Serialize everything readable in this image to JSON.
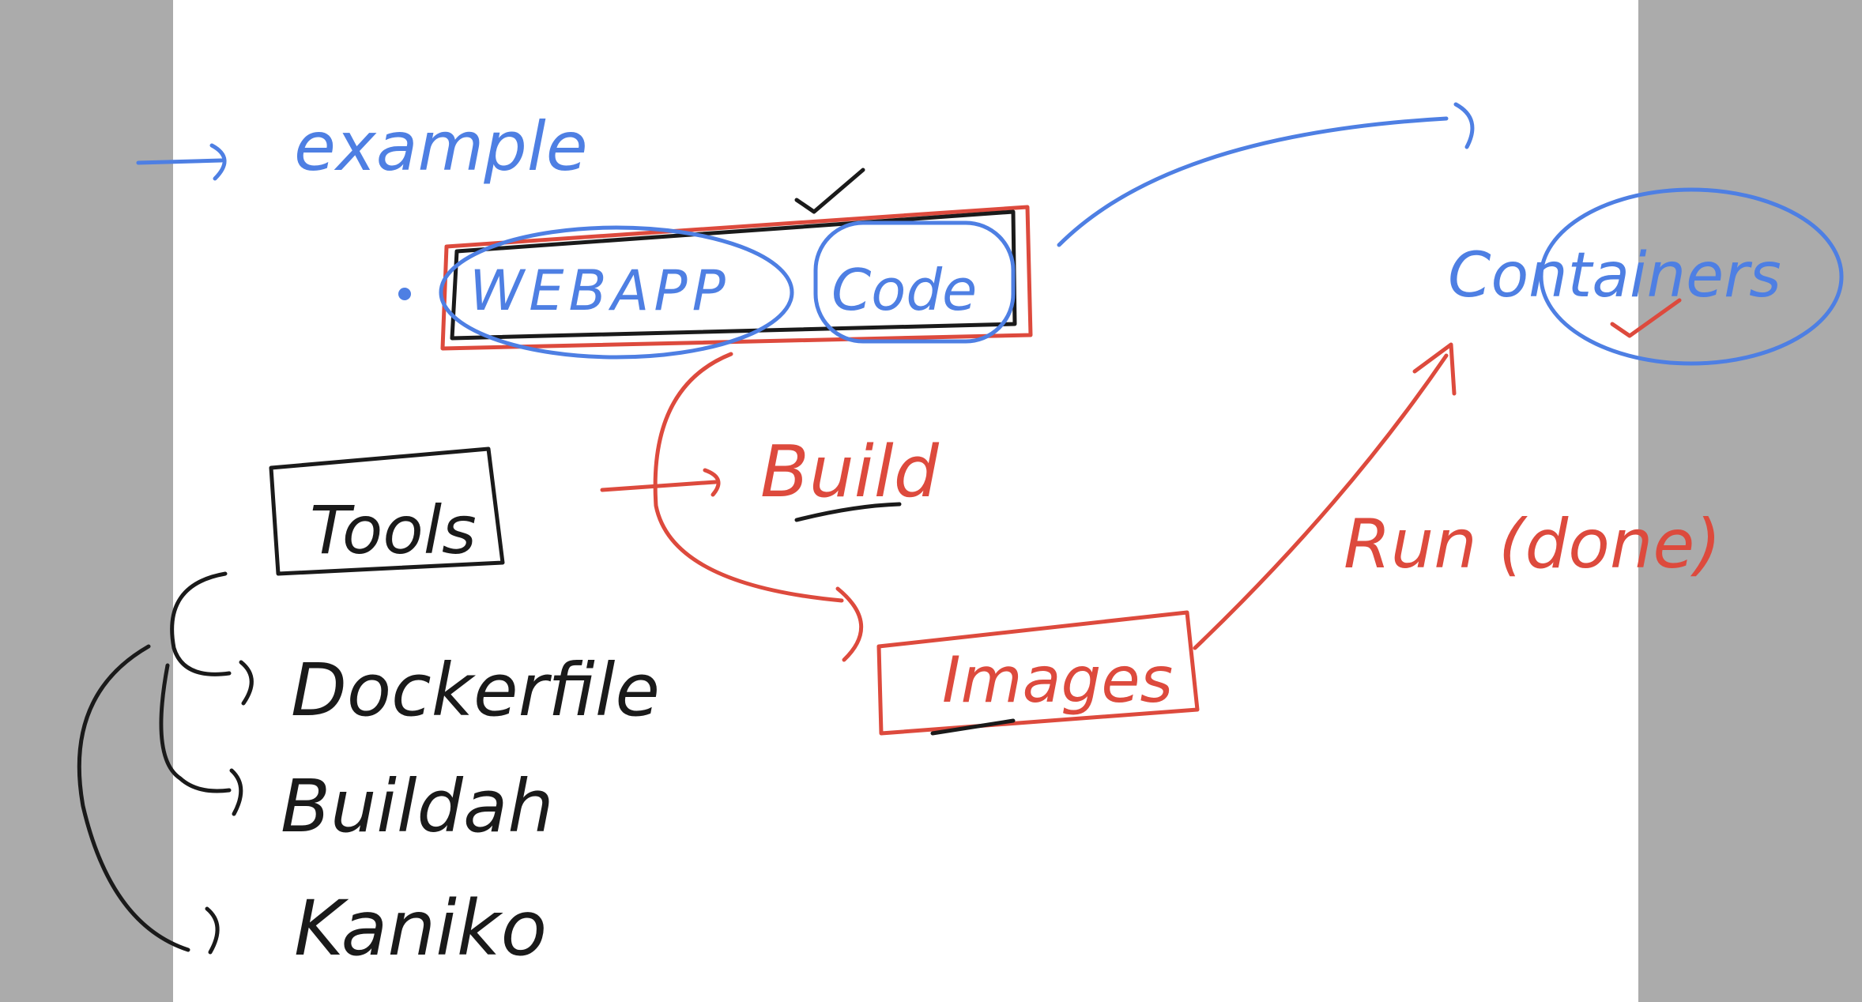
{
  "colors": {
    "background_sidebar": "#ababab",
    "canvas": "#ffffff",
    "ink_blue": "#4e7fe3",
    "ink_red": "#dd4a3d",
    "ink_black": "#1a1a1a"
  },
  "notes": {
    "example": "example",
    "webapp": "WEBAPP",
    "code": "Code",
    "containers": "Containers",
    "build": "Build",
    "images": "Images",
    "run": "Run (done)",
    "tools": "Tools",
    "tool_items": [
      "Dockerfile",
      "Buildah",
      "Kaniko"
    ]
  }
}
